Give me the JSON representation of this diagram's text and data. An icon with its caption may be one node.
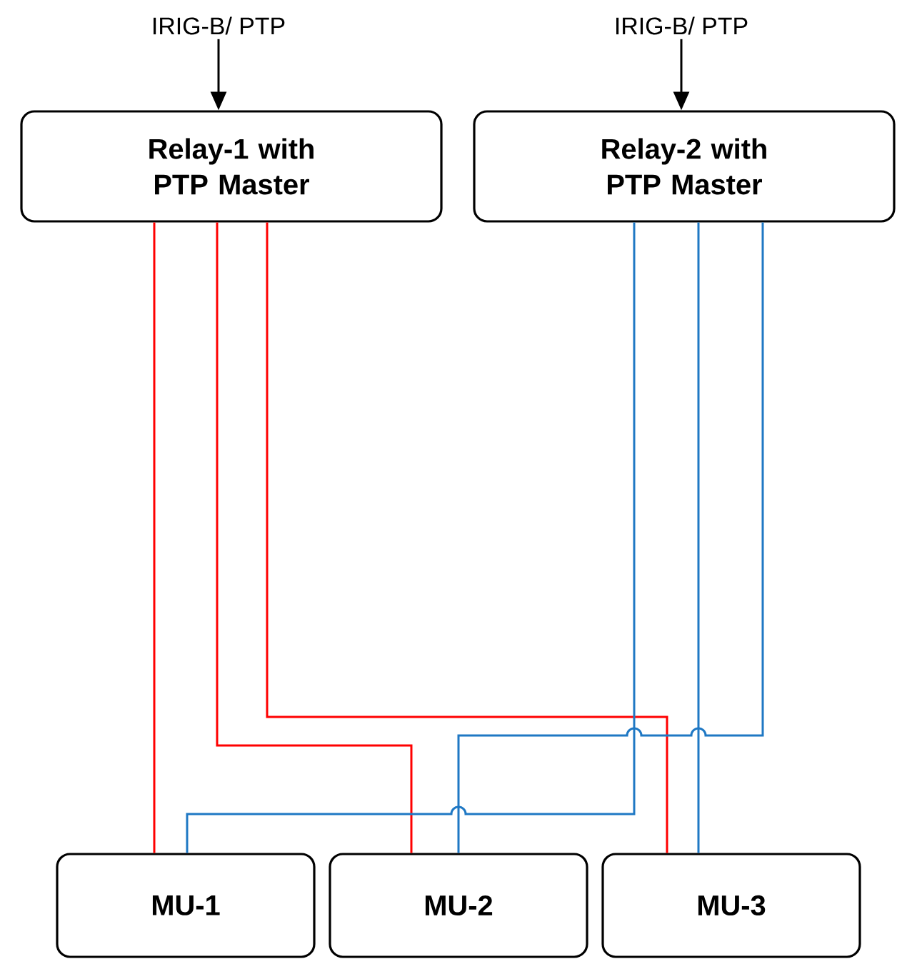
{
  "diagram": {
    "nodes": [
      {
        "text": [
          "IRIG-B/ PTP"
        ]
      },
      {
        "text": [
          "Relay-1 with PTP Master"
        ]
      },
      {
        "text": [
          "IRIG-B/ PTP"
        ]
      },
      {
        "text": [
          "Relay-2 with PTP Master"
        ]
      },
      {
        "text": [
          "MU-1"
        ]
      },
      {
        "text": [
          "MU-2"
        ]
      },
      {
        "text": [
          "MU-3"
        ]
      }
    ],
    "edges": [
      {
        "from": 0,
        "to": 1,
        "arrow": "to",
        "color": "#000000"
      },
      {
        "from": 2,
        "to": 3,
        "arrow": "to",
        "color": "#000000"
      },
      {
        "from": 1,
        "to": 4,
        "arrow": "none",
        "color": "#ff0000"
      },
      {
        "from": 1,
        "to": 5,
        "arrow": "none",
        "color": "#ff0000"
      },
      {
        "from": 1,
        "to": 6,
        "arrow": "none",
        "color": "#ff0000"
      },
      {
        "from": 3,
        "to": 4,
        "arrow": "none",
        "color": "#1f78c4"
      },
      {
        "from": 3,
        "to": 6,
        "arrow": "none",
        "color": "#1f78c4"
      },
      {
        "from": 3,
        "to": 5,
        "arrow": "none",
        "color": "#1f78c4"
      }
    ]
  }
}
